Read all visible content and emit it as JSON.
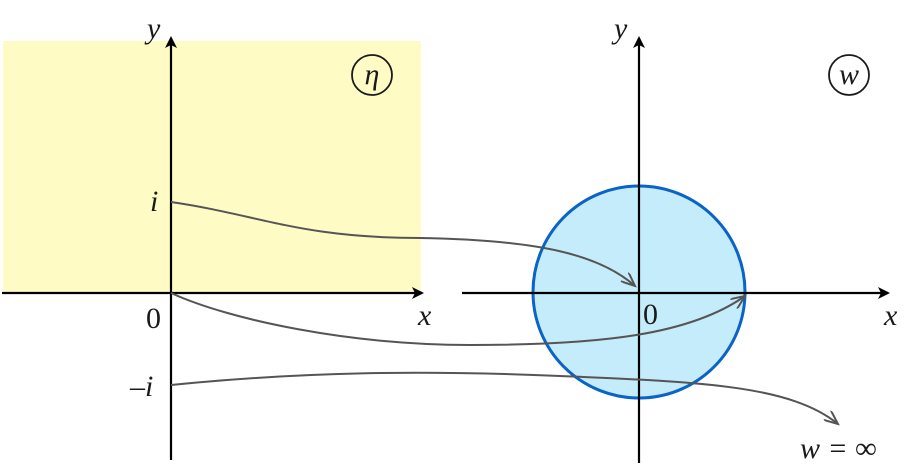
{
  "left_plane": {
    "badge": "η",
    "y_label": "y",
    "x_label": "x",
    "tick_i": "i",
    "tick_zero": "0",
    "tick_minus_i": "–i",
    "region_color": "#fffbc4"
  },
  "right_plane": {
    "badge": "w",
    "y_label": "y",
    "x_label": "x",
    "tick_zero": "0",
    "disk_fill": "#c5ecfb",
    "disk_stroke": "#0a64c8"
  },
  "infinity_label": "w = ∞",
  "curve_color": "#555555"
}
